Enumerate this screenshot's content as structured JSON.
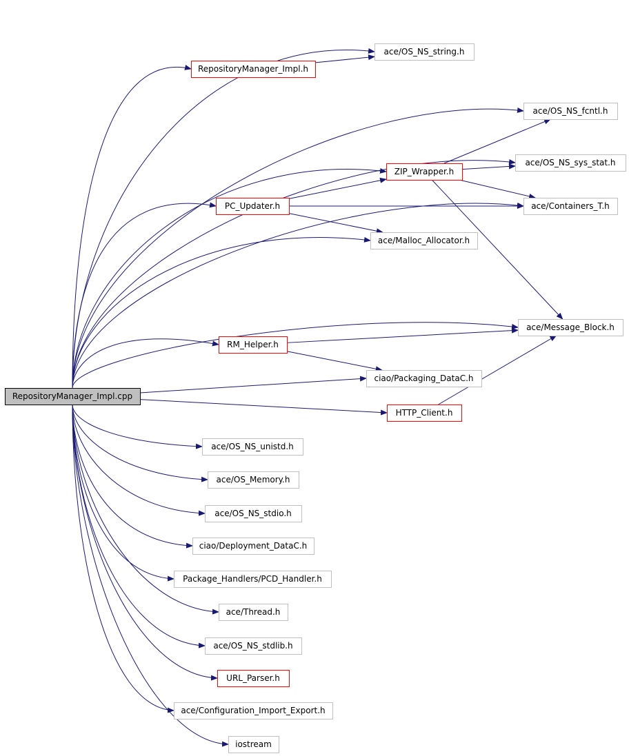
{
  "diagram": {
    "root": "RepositoryManager_Impl.cpp",
    "nodes": [
      {
        "id": "root",
        "label": "RepositoryManager_Impl.cpp",
        "style": "root"
      },
      {
        "id": "rmimpl",
        "label": "RepositoryManager_Impl.h",
        "style": "red"
      },
      {
        "id": "osstring",
        "label": "ace/OS_NS_string.h",
        "style": "plain"
      },
      {
        "id": "fcntl",
        "label": "ace/OS_NS_fcntl.h",
        "style": "plain"
      },
      {
        "id": "sysstat",
        "label": "ace/OS_NS_sys_stat.h",
        "style": "plain"
      },
      {
        "id": "zip",
        "label": "ZIP_Wrapper.h",
        "style": "red"
      },
      {
        "id": "pcupd",
        "label": "PC_Updater.h",
        "style": "red"
      },
      {
        "id": "containers",
        "label": "ace/Containers_T.h",
        "style": "plain"
      },
      {
        "id": "malloc",
        "label": "ace/Malloc_Allocator.h",
        "style": "plain"
      },
      {
        "id": "msgblock",
        "label": "ace/Message_Block.h",
        "style": "plain"
      },
      {
        "id": "rmhelper",
        "label": "RM_Helper.h",
        "style": "red"
      },
      {
        "id": "pkgdata",
        "label": "ciao/Packaging_DataC.h",
        "style": "plain"
      },
      {
        "id": "http",
        "label": "HTTP_Client.h",
        "style": "red"
      },
      {
        "id": "unistd",
        "label": "ace/OS_NS_unistd.h",
        "style": "plain"
      },
      {
        "id": "memory",
        "label": "ace/OS_Memory.h",
        "style": "plain"
      },
      {
        "id": "stdio",
        "label": "ace/OS_NS_stdio.h",
        "style": "plain"
      },
      {
        "id": "deploy",
        "label": "ciao/Deployment_DataC.h",
        "style": "plain"
      },
      {
        "id": "pcd",
        "label": "Package_Handlers/PCD_Handler.h",
        "style": "plain"
      },
      {
        "id": "thread",
        "label": "ace/Thread.h",
        "style": "plain"
      },
      {
        "id": "stdlib",
        "label": "ace/OS_NS_stdlib.h",
        "style": "plain"
      },
      {
        "id": "urlparser",
        "label": "URL_Parser.h",
        "style": "red"
      },
      {
        "id": "config",
        "label": "ace/Configuration_Import_Export.h",
        "style": "plain"
      },
      {
        "id": "iostream",
        "label": "iostream",
        "style": "plain"
      }
    ],
    "edges": [
      [
        "root",
        "rmimpl"
      ],
      [
        "root",
        "osstring"
      ],
      [
        "root",
        "fcntl"
      ],
      [
        "root",
        "sysstat"
      ],
      [
        "root",
        "zip"
      ],
      [
        "root",
        "pcupd"
      ],
      [
        "root",
        "malloc"
      ],
      [
        "root",
        "containers"
      ],
      [
        "root",
        "msgblock"
      ],
      [
        "root",
        "rmhelper"
      ],
      [
        "root",
        "pkgdata"
      ],
      [
        "root",
        "http"
      ],
      [
        "root",
        "unistd"
      ],
      [
        "root",
        "memory"
      ],
      [
        "root",
        "stdio"
      ],
      [
        "root",
        "deploy"
      ],
      [
        "root",
        "pcd"
      ],
      [
        "root",
        "thread"
      ],
      [
        "root",
        "stdlib"
      ],
      [
        "root",
        "urlparser"
      ],
      [
        "root",
        "config"
      ],
      [
        "root",
        "iostream"
      ],
      [
        "rmimpl",
        "osstring"
      ],
      [
        "zip",
        "fcntl"
      ],
      [
        "zip",
        "sysstat"
      ],
      [
        "zip",
        "containers"
      ],
      [
        "zip",
        "msgblock"
      ],
      [
        "pcupd",
        "zip"
      ],
      [
        "pcupd",
        "containers"
      ],
      [
        "pcupd",
        "malloc"
      ],
      [
        "rmhelper",
        "msgblock"
      ],
      [
        "rmhelper",
        "pkgdata"
      ],
      [
        "http",
        "msgblock"
      ]
    ]
  }
}
